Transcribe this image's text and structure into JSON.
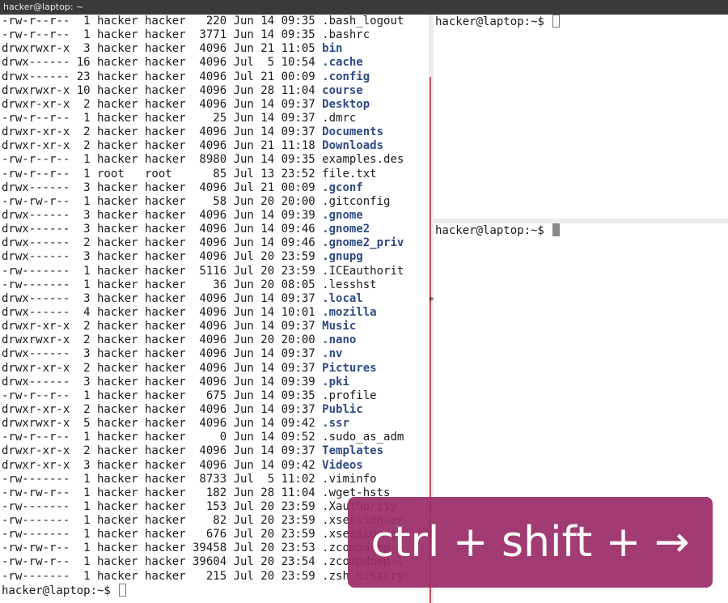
{
  "window": {
    "title": "hacker@laptop: ~"
  },
  "left_pane": {
    "lines": [
      {
        "perm": "-rw-r--r--",
        "links": "1",
        "owner": "hacker",
        "group": "hacker",
        "size": "220",
        "month": "Jun",
        "day": "14",
        "time": "09:35",
        "name": ".bash_logout",
        "is_dir": false
      },
      {
        "perm": "-rw-r--r--",
        "links": "1",
        "owner": "hacker",
        "group": "hacker",
        "size": "3771",
        "month": "Jun",
        "day": "14",
        "time": "09:35",
        "name": ".bashrc",
        "is_dir": false
      },
      {
        "perm": "drwxrwxr-x",
        "links": "3",
        "owner": "hacker",
        "group": "hacker",
        "size": "4096",
        "month": "Jun",
        "day": "21",
        "time": "11:05",
        "name": "bin",
        "is_dir": true
      },
      {
        "perm": "drwx------",
        "links": "16",
        "owner": "hacker",
        "group": "hacker",
        "size": "4096",
        "month": "Jul",
        "day": "5",
        "time": "10:54",
        "name": ".cache",
        "is_dir": true
      },
      {
        "perm": "drwx------",
        "links": "23",
        "owner": "hacker",
        "group": "hacker",
        "size": "4096",
        "month": "Jul",
        "day": "21",
        "time": "00:09",
        "name": ".config",
        "is_dir": true
      },
      {
        "perm": "drwxrwxr-x",
        "links": "10",
        "owner": "hacker",
        "group": "hacker",
        "size": "4096",
        "month": "Jun",
        "day": "28",
        "time": "11:04",
        "name": "course",
        "is_dir": true
      },
      {
        "perm": "drwxr-xr-x",
        "links": "2",
        "owner": "hacker",
        "group": "hacker",
        "size": "4096",
        "month": "Jun",
        "day": "14",
        "time": "09:37",
        "name": "Desktop",
        "is_dir": true
      },
      {
        "perm": "-rw-r--r--",
        "links": "1",
        "owner": "hacker",
        "group": "hacker",
        "size": "25",
        "month": "Jun",
        "day": "14",
        "time": "09:37",
        "name": ".dmrc",
        "is_dir": false
      },
      {
        "perm": "drwxr-xr-x",
        "links": "2",
        "owner": "hacker",
        "group": "hacker",
        "size": "4096",
        "month": "Jun",
        "day": "14",
        "time": "09:37",
        "name": "Documents",
        "is_dir": true
      },
      {
        "perm": "drwxr-xr-x",
        "links": "2",
        "owner": "hacker",
        "group": "hacker",
        "size": "4096",
        "month": "Jun",
        "day": "21",
        "time": "11:18",
        "name": "Downloads",
        "is_dir": true
      },
      {
        "perm": "-rw-r--r--",
        "links": "1",
        "owner": "hacker",
        "group": "hacker",
        "size": "8980",
        "month": "Jun",
        "day": "14",
        "time": "09:35",
        "name": "examples.des",
        "is_dir": false
      },
      {
        "perm": "-rw-r--r--",
        "links": "1",
        "owner": "root",
        "group": "root",
        "size": "85",
        "month": "Jul",
        "day": "13",
        "time": "23:52",
        "name": "file.txt",
        "is_dir": false
      },
      {
        "perm": "drwx------",
        "links": "3",
        "owner": "hacker",
        "group": "hacker",
        "size": "4096",
        "month": "Jul",
        "day": "21",
        "time": "00:09",
        "name": ".gconf",
        "is_dir": true
      },
      {
        "perm": "-rw-rw-r--",
        "links": "1",
        "owner": "hacker",
        "group": "hacker",
        "size": "58",
        "month": "Jun",
        "day": "20",
        "time": "20:00",
        "name": ".gitconfig",
        "is_dir": false
      },
      {
        "perm": "drwx------",
        "links": "3",
        "owner": "hacker",
        "group": "hacker",
        "size": "4096",
        "month": "Jun",
        "day": "14",
        "time": "09:39",
        "name": ".gnome",
        "is_dir": true
      },
      {
        "perm": "drwx------",
        "links": "3",
        "owner": "hacker",
        "group": "hacker",
        "size": "4096",
        "month": "Jun",
        "day": "14",
        "time": "09:46",
        "name": ".gnome2",
        "is_dir": true
      },
      {
        "perm": "drwx------",
        "links": "2",
        "owner": "hacker",
        "group": "hacker",
        "size": "4096",
        "month": "Jun",
        "day": "14",
        "time": "09:46",
        "name": ".gnome2_priv",
        "is_dir": true
      },
      {
        "perm": "drwx------",
        "links": "3",
        "owner": "hacker",
        "group": "hacker",
        "size": "4096",
        "month": "Jul",
        "day": "20",
        "time": "23:59",
        "name": ".gnupg",
        "is_dir": true
      },
      {
        "perm": "-rw-------",
        "links": "1",
        "owner": "hacker",
        "group": "hacker",
        "size": "5116",
        "month": "Jul",
        "day": "20",
        "time": "23:59",
        "name": ".ICEauthorit",
        "is_dir": false
      },
      {
        "perm": "-rw-------",
        "links": "1",
        "owner": "hacker",
        "group": "hacker",
        "size": "36",
        "month": "Jun",
        "day": "20",
        "time": "08:05",
        "name": ".lesshst",
        "is_dir": false
      },
      {
        "perm": "drwx------",
        "links": "3",
        "owner": "hacker",
        "group": "hacker",
        "size": "4096",
        "month": "Jun",
        "day": "14",
        "time": "09:37",
        "name": ".local",
        "is_dir": true
      },
      {
        "perm": "drwx------",
        "links": "4",
        "owner": "hacker",
        "group": "hacker",
        "size": "4096",
        "month": "Jun",
        "day": "14",
        "time": "10:01",
        "name": ".mozilla",
        "is_dir": true
      },
      {
        "perm": "drwxr-xr-x",
        "links": "2",
        "owner": "hacker",
        "group": "hacker",
        "size": "4096",
        "month": "Jun",
        "day": "14",
        "time": "09:37",
        "name": "Music",
        "is_dir": true
      },
      {
        "perm": "drwxrwxr-x",
        "links": "2",
        "owner": "hacker",
        "group": "hacker",
        "size": "4096",
        "month": "Jun",
        "day": "20",
        "time": "20:00",
        "name": ".nano",
        "is_dir": true
      },
      {
        "perm": "drwx------",
        "links": "3",
        "owner": "hacker",
        "group": "hacker",
        "size": "4096",
        "month": "Jun",
        "day": "14",
        "time": "09:37",
        "name": ".nv",
        "is_dir": true
      },
      {
        "perm": "drwxr-xr-x",
        "links": "2",
        "owner": "hacker",
        "group": "hacker",
        "size": "4096",
        "month": "Jun",
        "day": "14",
        "time": "09:37",
        "name": "Pictures",
        "is_dir": true
      },
      {
        "perm": "drwx------",
        "links": "3",
        "owner": "hacker",
        "group": "hacker",
        "size": "4096",
        "month": "Jun",
        "day": "14",
        "time": "09:39",
        "name": ".pki",
        "is_dir": true
      },
      {
        "perm": "-rw-r--r--",
        "links": "1",
        "owner": "hacker",
        "group": "hacker",
        "size": "675",
        "month": "Jun",
        "day": "14",
        "time": "09:35",
        "name": ".profile",
        "is_dir": false
      },
      {
        "perm": "drwxr-xr-x",
        "links": "2",
        "owner": "hacker",
        "group": "hacker",
        "size": "4096",
        "month": "Jun",
        "day": "14",
        "time": "09:37",
        "name": "Public",
        "is_dir": true
      },
      {
        "perm": "drwxrwxr-x",
        "links": "5",
        "owner": "hacker",
        "group": "hacker",
        "size": "4096",
        "month": "Jun",
        "day": "14",
        "time": "09:42",
        "name": ".ssr",
        "is_dir": true
      },
      {
        "perm": "-rw-r--r--",
        "links": "1",
        "owner": "hacker",
        "group": "hacker",
        "size": "0",
        "month": "Jun",
        "day": "14",
        "time": "09:52",
        "name": ".sudo_as_adm",
        "is_dir": false
      },
      {
        "perm": "drwxr-xr-x",
        "links": "2",
        "owner": "hacker",
        "group": "hacker",
        "size": "4096",
        "month": "Jun",
        "day": "14",
        "time": "09:37",
        "name": "Templates",
        "is_dir": true
      },
      {
        "perm": "drwxr-xr-x",
        "links": "3",
        "owner": "hacker",
        "group": "hacker",
        "size": "4096",
        "month": "Jun",
        "day": "14",
        "time": "09:42",
        "name": "Videos",
        "is_dir": true
      },
      {
        "perm": "-rw-------",
        "links": "1",
        "owner": "hacker",
        "group": "hacker",
        "size": "8733",
        "month": "Jul",
        "day": "5",
        "time": "11:02",
        "name": ".viminfo",
        "is_dir": false
      },
      {
        "perm": "-rw-rw-r--",
        "links": "1",
        "owner": "hacker",
        "group": "hacker",
        "size": "182",
        "month": "Jun",
        "day": "28",
        "time": "11:04",
        "name": ".wget-hsts",
        "is_dir": false
      },
      {
        "perm": "-rw-------",
        "links": "1",
        "owner": "hacker",
        "group": "hacker",
        "size": "153",
        "month": "Jul",
        "day": "20",
        "time": "23:59",
        "name": ".Xauthority",
        "is_dir": false
      },
      {
        "perm": "-rw-------",
        "links": "1",
        "owner": "hacker",
        "group": "hacker",
        "size": "82",
        "month": "Jul",
        "day": "20",
        "time": "23:59",
        "name": ".xsession-er",
        "is_dir": false
      },
      {
        "perm": "-rw-------",
        "links": "1",
        "owner": "hacker",
        "group": "hacker",
        "size": "676",
        "month": "Jul",
        "day": "20",
        "time": "23:59",
        "name": ".xsession-er",
        "is_dir": false
      },
      {
        "perm": "-rw-rw-r--",
        "links": "1",
        "owner": "hacker",
        "group": "hacker",
        "size": "39458",
        "month": "Jul",
        "day": "20",
        "time": "23:53",
        "name": ".zcompdump",
        "is_dir": false
      },
      {
        "perm": "-rw-rw-r--",
        "links": "1",
        "owner": "hacker",
        "group": "hacker",
        "size": "39604",
        "month": "Jul",
        "day": "20",
        "time": "23:54",
        "name": ".zcompdump-l",
        "is_dir": false
      },
      {
        "perm": "-rw-------",
        "links": "1",
        "owner": "hacker",
        "group": "hacker",
        "size": "215",
        "month": "Jul",
        "day": "20",
        "time": "23:59",
        "name": ".zsh_history",
        "is_dir": false
      }
    ],
    "prompt": "hacker@laptop:~$ "
  },
  "right_top_pane": {
    "prompt": "hacker@laptop:~$ "
  },
  "right_bottom_pane": {
    "prompt": "hacker@laptop:~$ "
  },
  "overlay": {
    "text": "ctrl + shift + →"
  },
  "colors": {
    "dir": "#2e4a85",
    "overlay_bg": "#9b2d68",
    "titlebar_bg": "#3a3a38",
    "splitter_line": "#c0545a"
  }
}
